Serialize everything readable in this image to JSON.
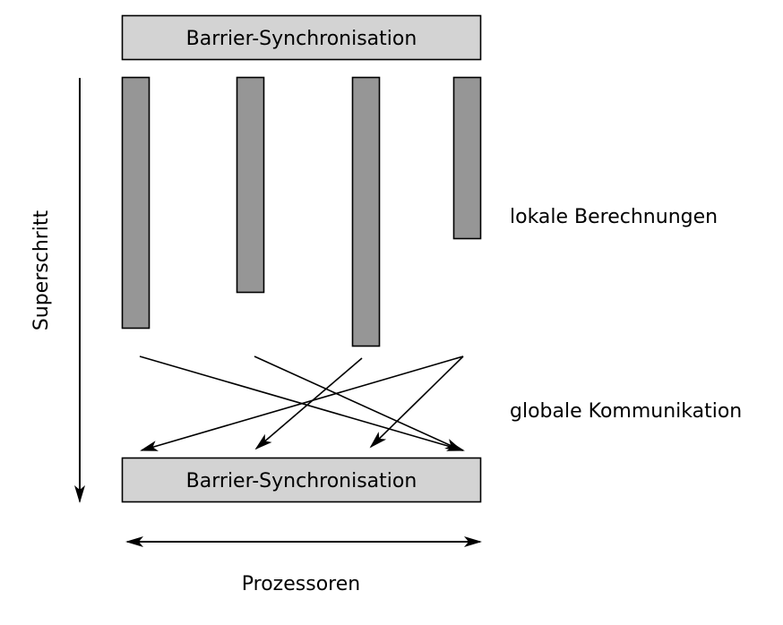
{
  "barrier_top": {
    "label": "Barrier-Synchronisation"
  },
  "barrier_bottom": {
    "label": "Barrier-Synchronisation"
  },
  "superstep_label": "Superschritt",
  "local_label": "lokale Berechnungen",
  "global_label": "globale Kommunikation",
  "processors_label": "Prozessoren",
  "processors": [
    {
      "id": "p1",
      "compute_length": 280
    },
    {
      "id": "p2",
      "compute_length": 240
    },
    {
      "id": "p3",
      "compute_length": 300
    },
    {
      "id": "p4",
      "compute_length": 180
    }
  ],
  "colors": {
    "barrier_fill": "#d3d3d3",
    "compute_fill": "#969696",
    "stroke": "#000000"
  }
}
